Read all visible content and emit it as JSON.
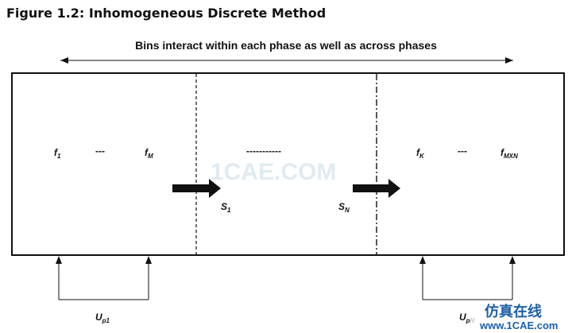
{
  "figure": {
    "title": "Figure 1.2:  Inhomogeneous Discrete Method",
    "caption": "Bins interact within each phase as well as across phases"
  },
  "variables": {
    "f1": {
      "base": "f",
      "sub": "1"
    },
    "fM": {
      "base": "f",
      "sub": "M"
    },
    "fK": {
      "base": "f",
      "sub": "K"
    },
    "fMXN": {
      "base": "f",
      "sub": "MXN"
    },
    "S1": {
      "base": "S",
      "sub": "1"
    },
    "SN": {
      "base": "S",
      "sub": "N"
    },
    "Up1": {
      "base": "U",
      "sub": "p1"
    },
    "UpN": {
      "base": "U",
      "sub": "pN"
    }
  },
  "ellipses": {
    "left": "---",
    "middle": "-----------",
    "right": "---"
  },
  "watermark": {
    "center": "1CAE.COM",
    "brand": "仿真在线",
    "site": "www.1CAE.com"
  }
}
